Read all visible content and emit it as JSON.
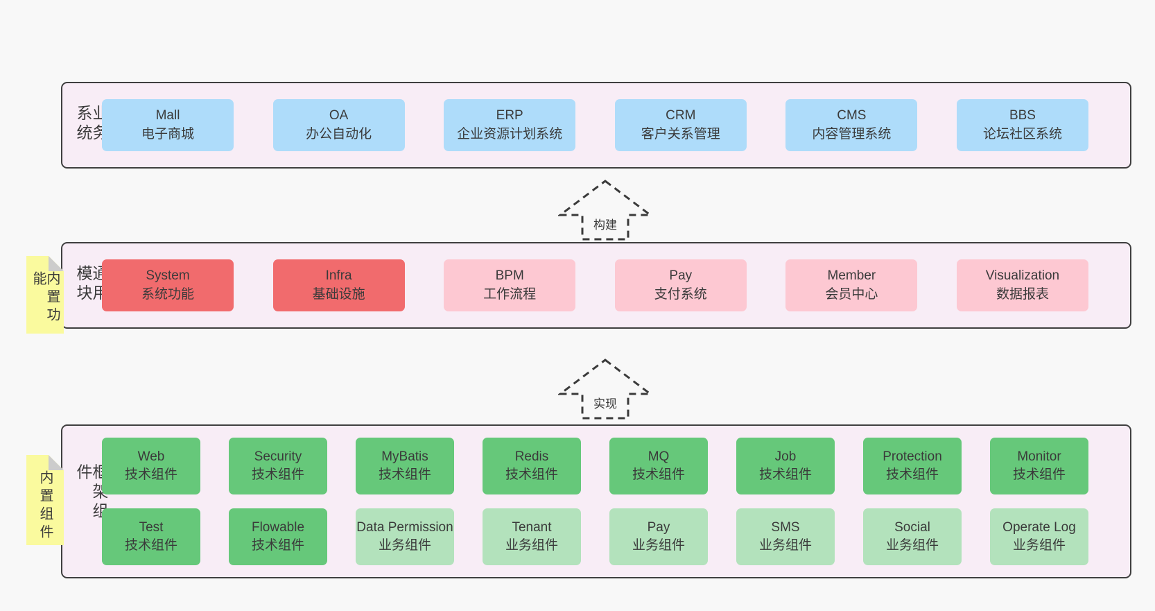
{
  "colors": {
    "pageBg": "#f8f8f8",
    "bandBg": "#f8edf6",
    "bandBorder": "#3f3f3f",
    "text": "#3a3a3a",
    "blue": "#aedcfa",
    "red": "#f16b6d",
    "pink": "#fdc8d2",
    "green": "#66c87a",
    "lightGreen": "#b3e2bc",
    "sticky": "#fafa9e",
    "stickyFold": "#cccccc"
  },
  "arrows": [
    {
      "label": "构建"
    },
    {
      "label": "实现"
    }
  ],
  "bands": [
    {
      "label": "业务系统",
      "sticky": null,
      "rows": [
        [
          {
            "en": "Mall",
            "zh": "电子商城",
            "variant": "blue"
          },
          {
            "en": "OA",
            "zh": "办公自动化",
            "variant": "blue"
          },
          {
            "en": "ERP",
            "zh": "企业资源计划系统",
            "variant": "blue"
          },
          {
            "en": "CRM",
            "zh": "客户关系管理",
            "variant": "blue"
          },
          {
            "en": "CMS",
            "zh": "内容管理系统",
            "variant": "blue"
          },
          {
            "en": "BBS",
            "zh": "论坛社区系统",
            "variant": "blue"
          }
        ]
      ]
    },
    {
      "label": "通用模块",
      "sticky": "内置功能",
      "rows": [
        [
          {
            "en": "System",
            "zh": "系统功能",
            "variant": "red"
          },
          {
            "en": "Infra",
            "zh": "基础设施",
            "variant": "red"
          },
          {
            "en": "BPM",
            "zh": "工作流程",
            "variant": "pink"
          },
          {
            "en": "Pay",
            "zh": "支付系统",
            "variant": "pink"
          },
          {
            "en": "Member",
            "zh": "会员中心",
            "variant": "pink"
          },
          {
            "en": "Visualization",
            "zh": "数据报表",
            "variant": "pink"
          }
        ]
      ]
    },
    {
      "label": "框架组件",
      "sticky": "内置组件",
      "rows": [
        [
          {
            "en": "Web",
            "zh": "技术组件",
            "variant": "green"
          },
          {
            "en": "Security",
            "zh": "技术组件",
            "variant": "green"
          },
          {
            "en": "MyBatis",
            "zh": "技术组件",
            "variant": "green"
          },
          {
            "en": "Redis",
            "zh": "技术组件",
            "variant": "green"
          },
          {
            "en": "MQ",
            "zh": "技术组件",
            "variant": "green"
          },
          {
            "en": "Job",
            "zh": "技术组件",
            "variant": "green"
          },
          {
            "en": "Protection",
            "zh": "技术组件",
            "variant": "green"
          },
          {
            "en": "Monitor",
            "zh": "技术组件",
            "variant": "green"
          }
        ],
        [
          {
            "en": "Test",
            "zh": "技术组件",
            "variant": "green"
          },
          {
            "en": "Flowable",
            "zh": "技术组件",
            "variant": "green"
          },
          {
            "en": "Data Permission",
            "zh": "业务组件",
            "variant": "lightgreen"
          },
          {
            "en": "Tenant",
            "zh": "业务组件",
            "variant": "lightgreen"
          },
          {
            "en": "Pay",
            "zh": "业务组件",
            "variant": "lightgreen"
          },
          {
            "en": "SMS",
            "zh": "业务组件",
            "variant": "lightgreen"
          },
          {
            "en": "Social",
            "zh": "业务组件",
            "variant": "lightgreen"
          },
          {
            "en": "Operate Log",
            "zh": "业务组件",
            "variant": "lightgreen"
          }
        ]
      ]
    }
  ]
}
